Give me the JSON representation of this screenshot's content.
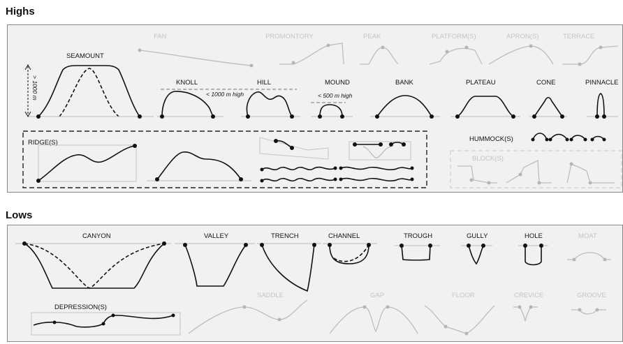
{
  "highs": {
    "title": "Highs",
    "seamount": "SEAMOUNT",
    "height_note": "> 1000 m",
    "knoll": "KNOLL",
    "knoll_note": "< 1000 m high",
    "hill": "HILL",
    "mound": "MOUND",
    "mound_note": "< 500 m high",
    "bank": "BANK",
    "plateau": "PLATEAU",
    "cone": "CONE",
    "pinnacle": "PINNACLE",
    "fan": "FAN",
    "promontory": "PROMONTORY",
    "peak": "PEAK",
    "platforms": "PLATFORM(S)",
    "aprons": "APRON(S)",
    "terrace": "TERRACE",
    "ridges": "RIDGE(S)",
    "hummocks": "HUMMOCK(S)",
    "blocks": "BLOCK(S)"
  },
  "lows": {
    "title": "Lows",
    "canyon": "CANYON",
    "valley": "VALLEY",
    "trench": "TRENCH",
    "channel": "CHANNEL",
    "trough": "TROUGH",
    "gully": "GULLY",
    "hole": "HOLE",
    "moat": "MOAT",
    "depressions": "DEPRESSION(S)",
    "saddle": "SADDLE",
    "gap": "GAP",
    "floor": "FLOOR",
    "crevice": "CREVICE",
    "groove": "GROOVE"
  }
}
